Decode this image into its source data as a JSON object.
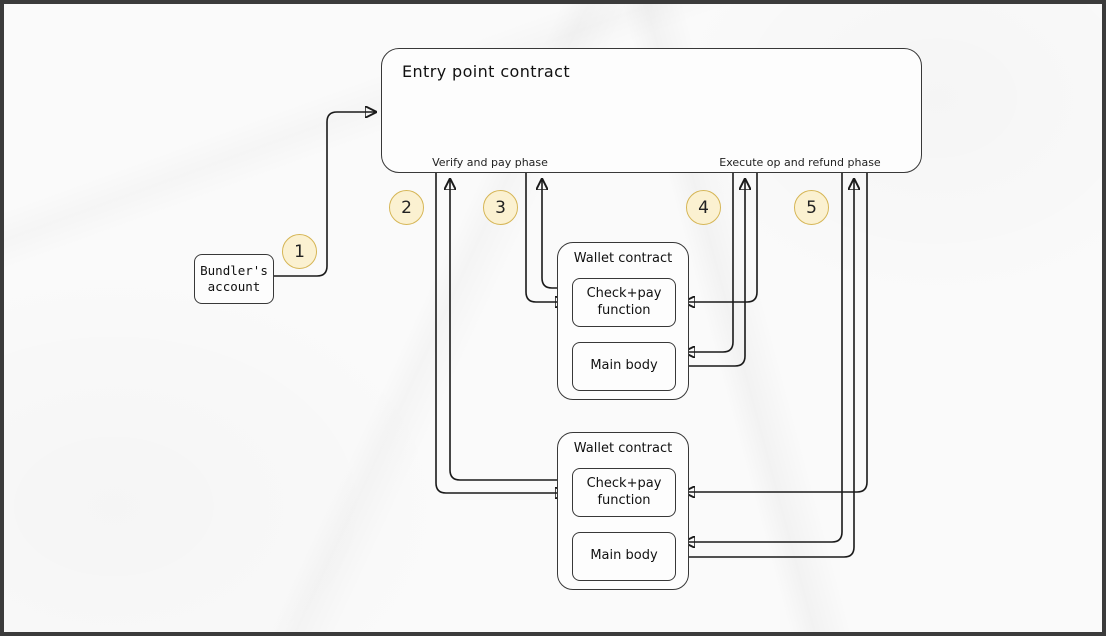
{
  "diagram": {
    "entry_point": {
      "title": "Entry point contract",
      "verify_phase_label": "Verify and pay phase",
      "execute_phase_label": "Execute op and refund phase"
    },
    "bundler": {
      "label": "Bundler's account"
    },
    "wallets": [
      {
        "title": "Wallet contract",
        "functions": [
          {
            "label": "Check+pay function"
          },
          {
            "label": "Main body"
          }
        ]
      },
      {
        "title": "Wallet contract",
        "functions": [
          {
            "label": "Check+pay function"
          },
          {
            "label": "Main body"
          }
        ]
      }
    ],
    "steps": [
      "1",
      "2",
      "3",
      "4",
      "5"
    ],
    "colors": {
      "step_fill": "#fbf1d1",
      "step_border": "#d6b656",
      "line": "#1a1a1a",
      "box_border": "#383838",
      "box_fill": "#fdfdfd",
      "frame_border": "#3b3b3b",
      "background": "#fafafa"
    }
  }
}
